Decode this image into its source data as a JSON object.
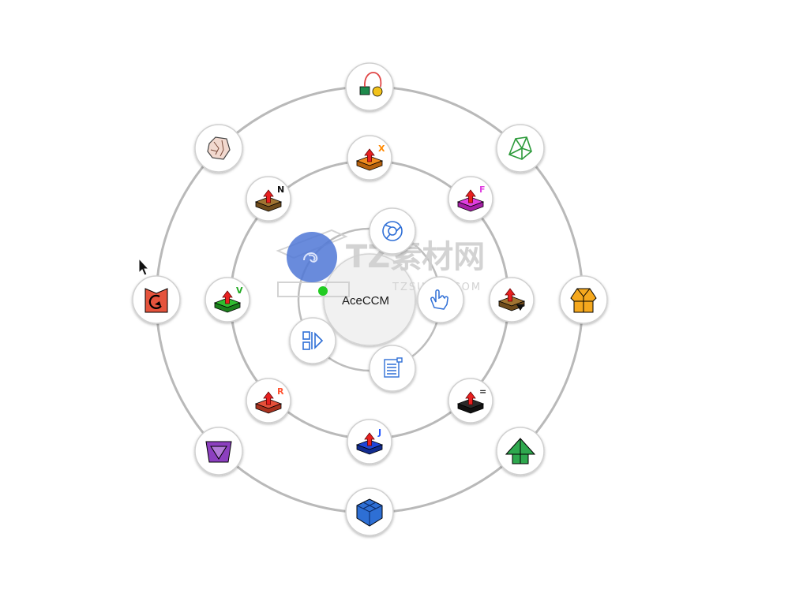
{
  "menu": {
    "center_label": "AceCCM",
    "status_color": "#22cc22",
    "watermark": {
      "title": "TZ素材网",
      "subtitle": "TZSUCAI.COM"
    },
    "outer_items": [
      {
        "name": "curve-connect-icon"
      },
      {
        "name": "mesh-surface-icon"
      },
      {
        "name": "yellow-roof-icon"
      },
      {
        "name": "green-roof-icon"
      },
      {
        "name": "blue-roof-icon"
      },
      {
        "name": "purple-roof-icon"
      },
      {
        "name": "rotate-roof-icon"
      },
      {
        "name": "rock-texture-icon"
      }
    ],
    "middle_items": [
      {
        "name": "push-x-icon",
        "letter": "X",
        "letter_color": "#ff8800",
        "box_color": "#f08c1e"
      },
      {
        "name": "push-f-icon",
        "letter": "F",
        "letter_color": "#e040e0",
        "box_color": "#e040e0"
      },
      {
        "name": "push-wood-down-icon",
        "letter": "",
        "letter_color": "#000000",
        "box_color": "#8b6a2e"
      },
      {
        "name": "push-equals-icon",
        "letter": "=",
        "letter_color": "#222222",
        "box_color": "#2a2a2a"
      },
      {
        "name": "push-j-icon",
        "letter": "J",
        "letter_color": "#2255ff",
        "box_color": "#1f45d8"
      },
      {
        "name": "push-r-icon",
        "letter": "R",
        "letter_color": "#ff5533",
        "box_color": "#e5503a"
      },
      {
        "name": "push-v-icon",
        "letter": "V",
        "letter_color": "#22aa22",
        "box_color": "#2fbd2f"
      },
      {
        "name": "push-n-icon",
        "letter": "N",
        "letter_color": "#111111",
        "box_color": "#a07432"
      }
    ],
    "inner_items": [
      {
        "name": "chrome-icon"
      },
      {
        "name": "hand-pointer-icon"
      },
      {
        "name": "document-list-icon"
      },
      {
        "name": "layout-play-icon"
      },
      {
        "name": "blue-circle-icon"
      }
    ]
  }
}
